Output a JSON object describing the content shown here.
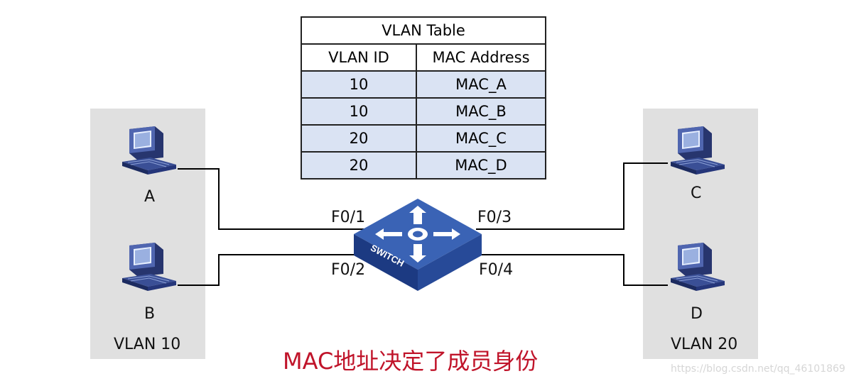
{
  "vlan_table": {
    "title": "VLAN Table",
    "headers": [
      "VLAN ID",
      "MAC Address"
    ],
    "rows": [
      {
        "vlan": "10",
        "mac": "MAC_A"
      },
      {
        "vlan": "10",
        "mac": "MAC_B"
      },
      {
        "vlan": "20",
        "mac": "MAC_C"
      },
      {
        "vlan": "20",
        "mac": "MAC_D"
      }
    ]
  },
  "hosts": {
    "a": "A",
    "b": "B",
    "c": "C",
    "d": "D"
  },
  "groups": {
    "left": "VLAN 10",
    "right": "VLAN 20"
  },
  "ports": {
    "p1": "F0/1",
    "p2": "F0/2",
    "p3": "F0/3",
    "p4": "F0/4"
  },
  "switch_label": "SWITCH",
  "caption": "MAC地址决定了成员身份",
  "watermark": "https://blog.csdn.net/qq_46101869",
  "colors": {
    "vlan_box": "#e0e0e0",
    "table_row": "#dae3f3",
    "caption": "#c0142a",
    "switch_top": "#3a63b5",
    "switch_side": "#1c3a82"
  }
}
